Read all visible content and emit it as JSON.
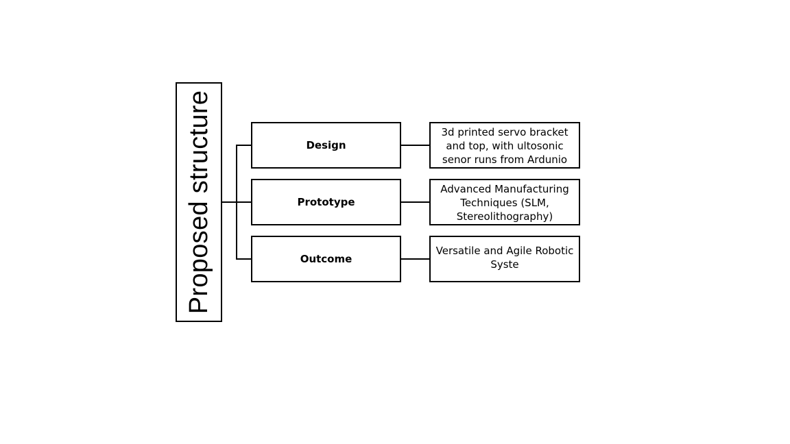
{
  "root": {
    "label": "Proposed structure"
  },
  "rows": [
    {
      "stage": "Design",
      "detail": "3d printed servo bracket and top, with ultosonic senor runs from Ardunio"
    },
    {
      "stage": "Prototype",
      "detail": "Advanced Manufacturing Techniques (SLM, Stereolithography)"
    },
    {
      "stage": "Outcome",
      "detail": "Versatile and Agile Robotic Syste"
    }
  ],
  "colors": {
    "line": "#000000",
    "box_border": "#000000",
    "background": "#ffffff"
  }
}
